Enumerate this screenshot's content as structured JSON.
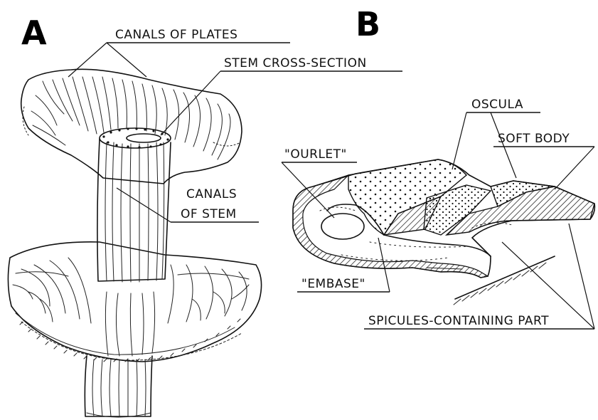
{
  "panels": {
    "a": {
      "letter": "A",
      "labels": {
        "canals_of_plates": "CANALS OF PLATES",
        "stem_cross_section": "STEM CROSS-SECTION",
        "canals_of_stem_line1": "CANALS",
        "canals_of_stem_line2": "OF STEM"
      }
    },
    "b": {
      "letter": "B",
      "labels": {
        "oscula": "OSCULA",
        "soft_body": "SOFT BODY",
        "ourlet": "\"OURLET\"",
        "embase": "\"EMBASE\"",
        "spicules": "SPICULES-CONTAINING PART"
      }
    }
  }
}
